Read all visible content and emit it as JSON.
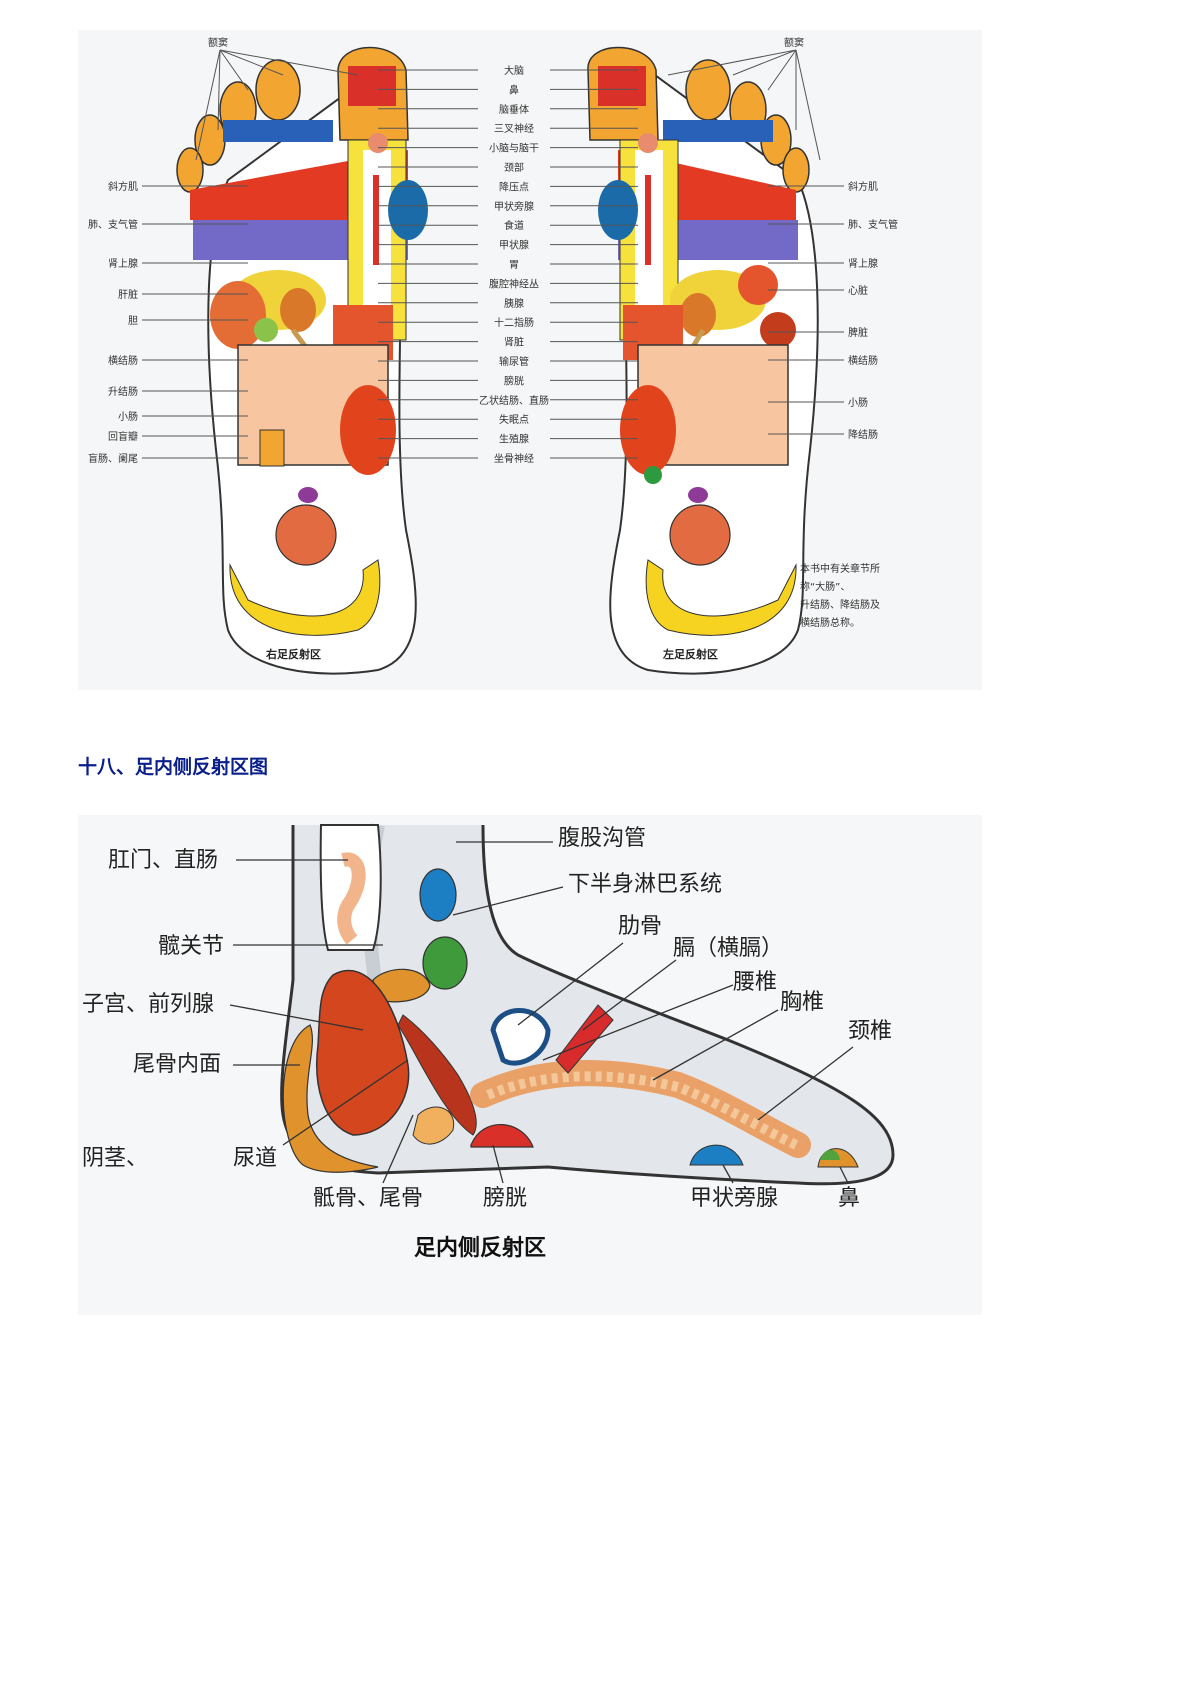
{
  "soles": {
    "toe_label_right": "额窦",
    "toe_label_left": "额窦",
    "center_labels": [
      "大脑",
      "鼻",
      "脑垂体",
      "三叉神经",
      "小脑与脑干",
      "颈部",
      "降压点",
      "甲状旁腺",
      "食道",
      "甲状腺",
      "胃",
      "腹腔神经丛",
      "胰腺",
      "十二指肠",
      "肾脏",
      "输尿管",
      "膀胱",
      "乙状结肠、直肠",
      "失眠点",
      "生殖腺",
      "坐骨神经"
    ],
    "right_labels": [
      "斜方肌",
      "肺、支气管",
      "肾上腺",
      "肝脏",
      "胆",
      "横结肠",
      "升结肠",
      "小肠",
      "回盲瓣",
      "盲肠、阑尾"
    ],
    "left_labels": [
      "斜方肌",
      "肺、支气管",
      "肾上腺",
      "心脏",
      "脾脏",
      "横结肠",
      "小肠",
      "降结肠"
    ],
    "note_lines": [
      "本书中有关章节所",
      "称“大肠”、",
      "升结肠、降结肠及",
      "横结肠总称。"
    ],
    "caption_right": "右足反射区",
    "caption_left": "左足反射区"
  },
  "section_heading": "十八、足内侧反射区图",
  "inner": {
    "labels": {
      "anus_rectum": "肛门、直肠",
      "hip_joint": "髋关节",
      "uterus_prostate": "子宫、前列腺",
      "coccyx_inner": "尾骨内面",
      "penis": "阴茎、",
      "urethra": "尿道",
      "sacrum_coccyx": "骶骨、尾骨",
      "bladder": "膀胱",
      "inguinal": "腹股沟管",
      "lower_lymph": "下半身淋巴系统",
      "rib": "肋骨",
      "diaphragm": "膈（横膈）",
      "lumbar": "腰椎",
      "thoracic": "胸椎",
      "cervical": "颈椎",
      "parathyroid": "甲状旁腺",
      "nose": "鼻"
    },
    "caption": "足内侧反射区"
  }
}
